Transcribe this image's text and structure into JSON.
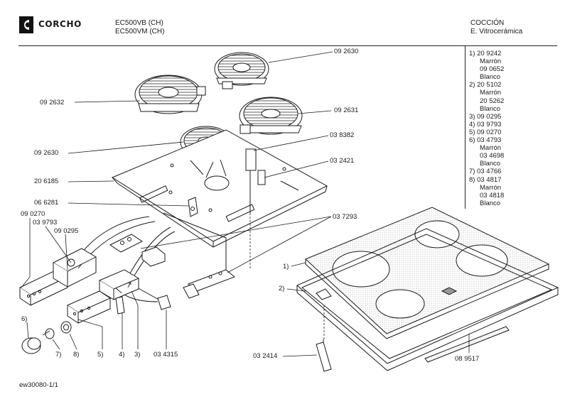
{
  "header": {
    "brand": "CORCHO",
    "models": [
      "EC500VB (CH)",
      "EC500VM (CH)"
    ],
    "category": [
      "COCCIÓN",
      "E. Vitrocerámica"
    ]
  },
  "parts_list": [
    {
      "idx": "1)",
      "code": "20 9242"
    },
    {
      "idx": "",
      "code": "Marrón"
    },
    {
      "idx": "",
      "code": "09 0652"
    },
    {
      "idx": "",
      "code": "Blanco"
    },
    {
      "idx": "2)",
      "code": "20 5102"
    },
    {
      "idx": "",
      "code": "Marrón"
    },
    {
      "idx": "",
      "code": "20 5262"
    },
    {
      "idx": "",
      "code": "Blanco"
    },
    {
      "idx": "3)",
      "code": "09 0295"
    },
    {
      "idx": "4)",
      "code": "03 9793"
    },
    {
      "idx": "5)",
      "code": "09 0270"
    },
    {
      "idx": "6)",
      "code": "03 4793"
    },
    {
      "idx": "",
      "code": "Marrón"
    },
    {
      "idx": "",
      "code": "03 4698"
    },
    {
      "idx": "",
      "code": "Blanco"
    },
    {
      "idx": "7)",
      "code": "03 4766"
    },
    {
      "idx": "8)",
      "code": "03 4817"
    },
    {
      "idx": "",
      "code": "Marrón"
    },
    {
      "idx": "",
      "code": "03 4818"
    },
    {
      "idx": "",
      "code": "Blanco"
    }
  ],
  "callouts": {
    "c092630_top": "09 2630",
    "c092632": "09 2632",
    "c092631": "09 2631",
    "c092630_mid": "09 2630",
    "c038382": "03 8382",
    "c032421": "03 2421",
    "c206185": "20 6185",
    "c066281": "06 6281",
    "c090270": "09 0270",
    "c039793": "03 9793",
    "c090295": "09 0295",
    "c037293": "03 7293",
    "c1": "1)",
    "c2": "2)",
    "c6": "6)",
    "c7": "7)",
    "c8": "8)",
    "c5": "5)",
    "c4": "4)",
    "c3": "3)",
    "c034315": "03 4315",
    "c032414": "03 2414",
    "c089517": "08 9517"
  },
  "footer": "ew30080-1/1",
  "colors": {
    "ink": "#1a1a1a",
    "paper": "#ffffff",
    "glass_dot": "#bdbdbd"
  }
}
